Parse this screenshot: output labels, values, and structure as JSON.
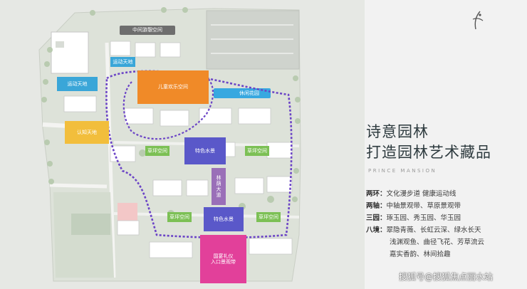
{
  "plan": {
    "zones": {
      "top_garden": "中间游憩空间",
      "sports_a": "运动天地",
      "sports_b": "运动天地",
      "children": "儿童欢乐空间",
      "recreation": "休闲花园",
      "kids_zone": "认知天地",
      "lawn_a": "草坪空间",
      "lawn_b": "草坪空间",
      "lawn_c": "草坪空间",
      "lawn_d": "草坪空间",
      "water_a": "特色水景",
      "water_b": "特色水景",
      "avenue": "林荫大道",
      "entrance": "国宴礼仪\n入口景观带"
    },
    "colors": {
      "route": "#6b44c6",
      "orange": "#f08a28",
      "blue": "#3aa6d8",
      "pink": "#e2409a",
      "violet": "#5a58c9"
    }
  },
  "panel": {
    "headline_1": "诗意园林",
    "headline_2": "打造园林艺术藏品",
    "subline": "PRINCE MANSION",
    "rows": [
      {
        "k": "两环：",
        "v": "文化漫步道  健康运动线"
      },
      {
        "k": "两轴：",
        "v": "中轴景观带、草原景观带"
      },
      {
        "k": "三园：",
        "v": "琢玉园、秀玉园、华玉园"
      },
      {
        "k": "八境：",
        "v": "翠隐青薇、长虹云深、绿水长天"
      },
      {
        "k": "",
        "v": "浅渊观鱼、曲径飞花、芳草流云"
      },
      {
        "k": "",
        "v": "嘉实香韵、林间拾趣"
      }
    ],
    "watermark": "搜狐号@搜狐焦点丽水站"
  }
}
